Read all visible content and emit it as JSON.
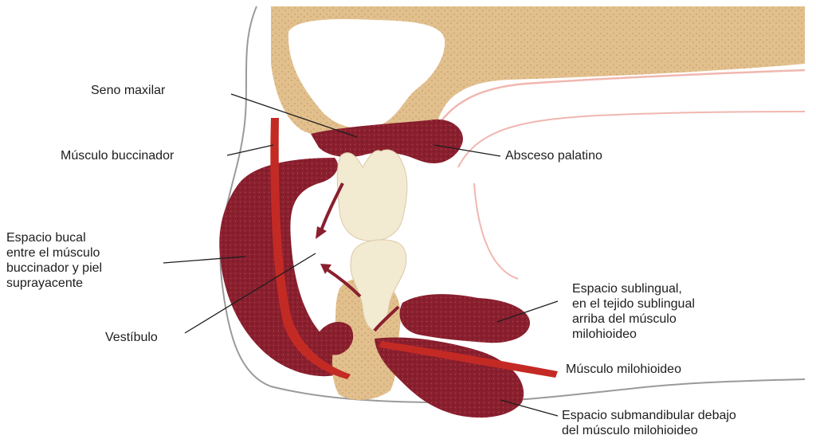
{
  "labels": {
    "seno_maxilar": "Seno maxilar",
    "musculo_buccinador": "Músculo buccinador",
    "absceso_palatino": "Absceso palatino",
    "espacio_bucal": "Espacio bucal\nentre el músculo\nbuccinador y piel\nsuprayacente",
    "vestibulo": "Vestíbulo",
    "espacio_sublingual": "Espacio sublingual,\nen el tejido sublingual\narriba del músculo\nmilohioideo",
    "musculo_milohioideo": "Músculo milohioideo",
    "espacio_submandibular": "Espacio submandibular debajo\ndel músculo milohioideo"
  },
  "colors": {
    "bone": "#e2c08e",
    "abscess": "#8a1f2e",
    "muscle": "#c42a24",
    "tooth": "#f3ead2",
    "mucosa_outline": "#f0b7b0",
    "skin_outline": "#9a9a9a",
    "leader_line": "#1d1d1d"
  }
}
